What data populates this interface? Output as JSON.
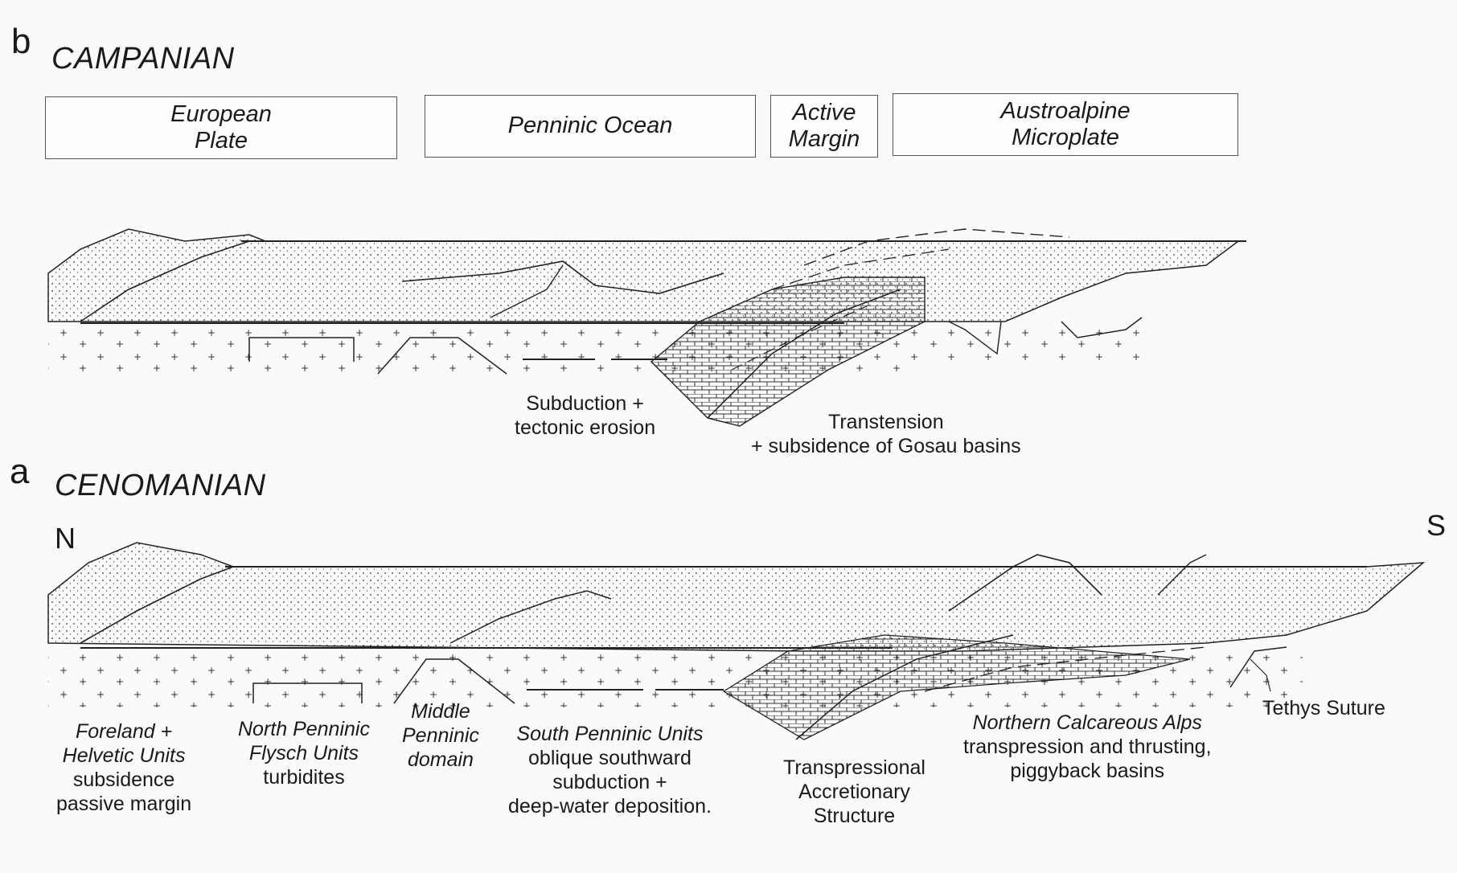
{
  "panel_b": {
    "letter": "b",
    "period": "CAMPANIAN",
    "domains": [
      {
        "line1": "European",
        "line2": "Plate"
      },
      {
        "line1": "Penninic Ocean",
        "line2": ""
      },
      {
        "line1": "Active",
        "line2": "Margin"
      },
      {
        "line1": "Austroalpine",
        "line2": "Microplate"
      }
    ],
    "labels": {
      "subduction": {
        "line1": "Subduction +",
        "line2": "tectonic erosion"
      },
      "transtension": {
        "line1": "Transtension",
        "line2": "+ subsidence of Gosau basins"
      }
    }
  },
  "panel_a": {
    "letter": "a",
    "period": "CENOMANIAN",
    "north": "N",
    "south": "S",
    "labels": {
      "foreland": {
        "title1": "Foreland +",
        "title2": "Helvetic Units",
        "desc1": "subsidence",
        "desc2": "passive margin"
      },
      "north_penninic": {
        "title1": "North Penninic",
        "title2": "Flysch Units",
        "desc1": "turbidites"
      },
      "middle_penninic": {
        "title1": "Middle",
        "title2": "Penninic",
        "title3": "domain"
      },
      "south_penninic": {
        "title1": "South Penninic Units",
        "desc1": "oblique southward",
        "desc2": "subduction +",
        "desc3": "deep-water deposition."
      },
      "transpressional": {
        "line1": "Transpressional",
        "line2": "Accretionary",
        "line3": "Structure"
      },
      "northern_calcareous": {
        "title1": "Northern Calcareous Alps",
        "desc1": "transpression and thrusting,",
        "desc2": "piggyback basins"
      },
      "tethys": {
        "line1": "Tethys Suture"
      }
    }
  },
  "colors": {
    "ink": "#1a1a1a",
    "background": "#fbfaf8",
    "box_border": "#555555"
  }
}
